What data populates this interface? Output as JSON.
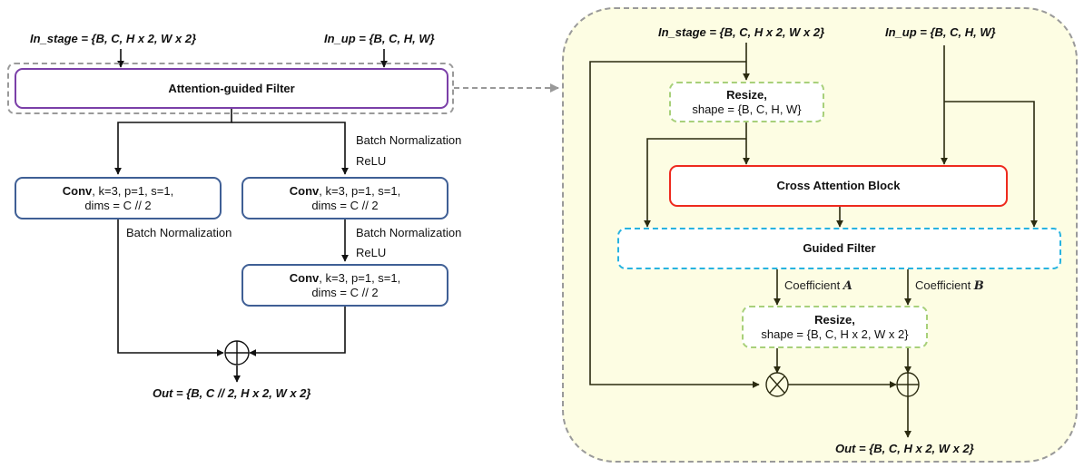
{
  "left": {
    "in_stage": "In_stage = {B, C, H x 2, W x 2}",
    "in_up": "In_up = {B, C, H, W}",
    "agf_label": "Attention-guided Filter",
    "right_branch_pre_norm": "Batch Normalization",
    "right_branch_pre_act": "ReLU",
    "conv1": {
      "op": "Conv",
      "params": ", k=3, p=1, s=1,",
      "dims": "dims = C // 2"
    },
    "conv2": {
      "op": "Conv",
      "params": ", k=3, p=1, s=1,",
      "dims": "dims = C // 2"
    },
    "conv3": {
      "op": "Conv",
      "params": ", k=3, p=1, s=1,",
      "dims": "dims = C // 2"
    },
    "left_branch_norm": "Batch Normalization",
    "right_branch_mid_norm": "Batch Normalization",
    "right_branch_mid_act": "ReLU",
    "sum_symbol": "⊕",
    "out": "Out = {B, C // 2, H x 2, W x 2}"
  },
  "right": {
    "in_stage": "In_stage = {B, C, H x 2, W x 2}",
    "in_up": "In_up = {B, C, H, W}",
    "resize1": {
      "title": "Resize,",
      "shape": "shape = {B, C, H, W}"
    },
    "cross_attention": "Cross Attention Block",
    "guided_filter": "Guided Filter",
    "coef_a_prefix": "Coefficient ",
    "coef_a_sym": "A",
    "coef_b_prefix": "Coefficient ",
    "coef_b_sym": "B",
    "resize2": {
      "title": "Resize,",
      "shape": "shape = {B, C, H x 2, W x 2}"
    },
    "mult_symbol": "⊗",
    "sum_symbol": "⊕",
    "out": "Out = {B, C, H x 2, W x 2}"
  },
  "colors": {
    "agf_border": "#7b3fa8",
    "conv_border": "#3f5f95",
    "cross_attention_border": "#ee2a1e",
    "resize_border": "#a8d07a",
    "guided_filter_border": "#27b3e0",
    "panel_fill": "#fdfde3",
    "dashed_grey": "#9a9a9a"
  }
}
